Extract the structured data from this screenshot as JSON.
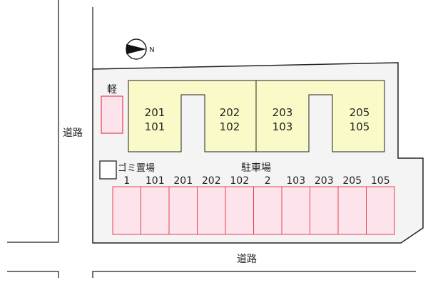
{
  "colors": {
    "lot": "#f4f4f4",
    "building": "#fafac8",
    "parking_fill": "#fde4ec",
    "parking_stroke": "#e8404a",
    "line": "#222222"
  },
  "compass": {
    "label": "N"
  },
  "roads": {
    "left": "道路",
    "bottom": "道路"
  },
  "light_car": {
    "label": "軽"
  },
  "trash": {
    "label": "ゴミ置場"
  },
  "parking": {
    "title": "駐車場",
    "slots": [
      "1",
      "101",
      "201",
      "202",
      "102",
      "2",
      "103",
      "203",
      "205",
      "105"
    ]
  },
  "buildings": [
    {
      "upper": "201",
      "lower": "101"
    },
    {
      "upper": "202",
      "lower": "102"
    },
    {
      "upper": "203",
      "lower": "103"
    },
    {
      "upper": "205",
      "lower": "105"
    }
  ]
}
